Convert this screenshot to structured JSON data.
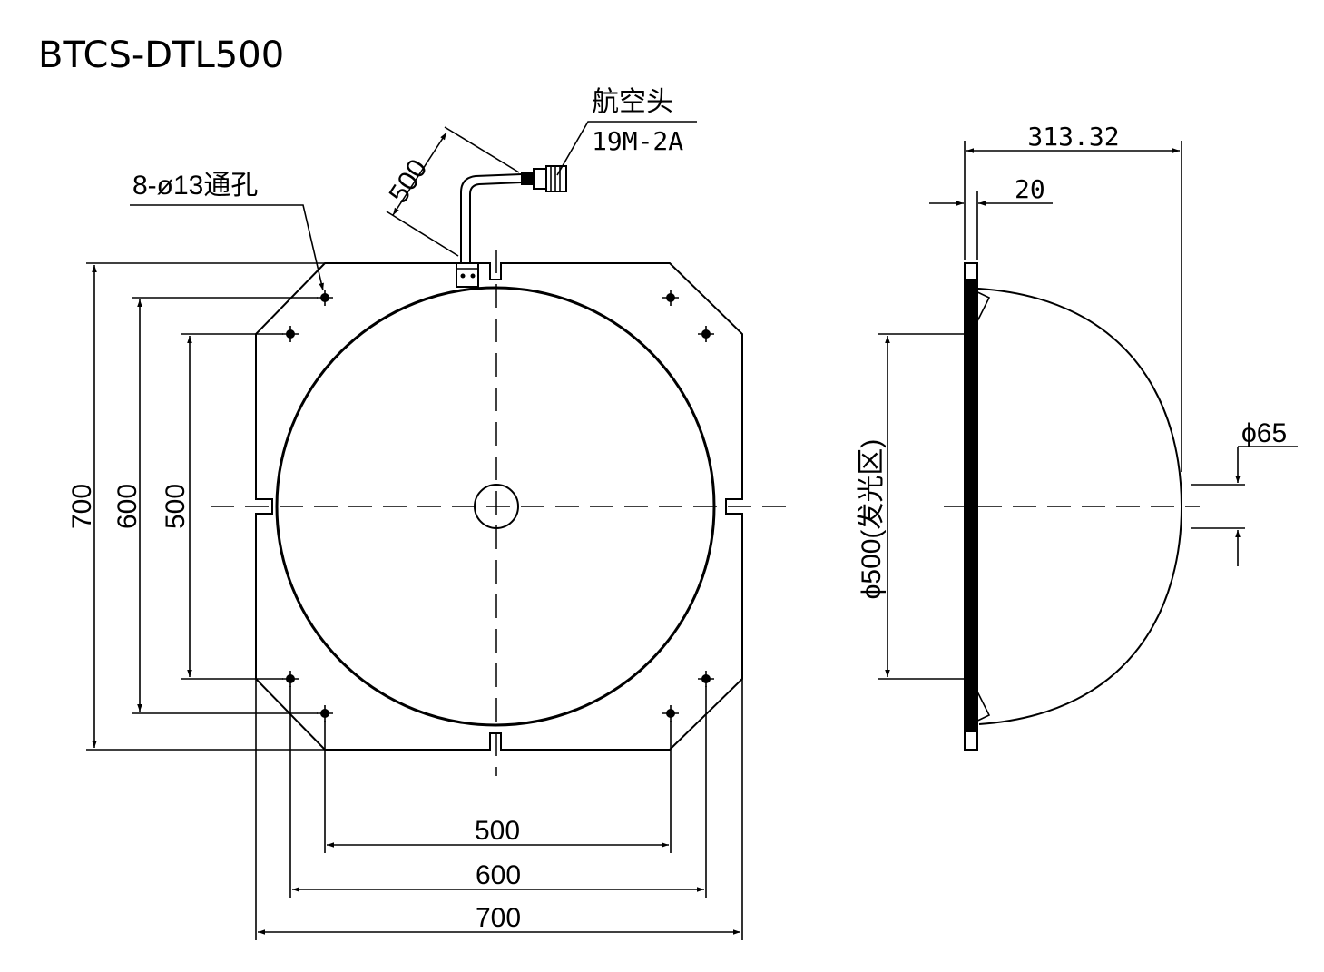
{
  "title": "BTCS-DTL500",
  "front_view": {
    "hole_callout": "8-ø13通孔",
    "cable_length": "500",
    "connector_name": "航空头",
    "connector_model": "19M-2A",
    "height_overall": "700",
    "height_holes_outer": "600",
    "height_holes_inner": "500",
    "width_holes_inner": "500",
    "width_holes_outer": "600",
    "width_overall": "700"
  },
  "side_view": {
    "depth_overall": "313.32",
    "flange_thickness": "20",
    "emitting_diameter": "ϕ500(发光区)",
    "hole_diameter": "ϕ65"
  }
}
